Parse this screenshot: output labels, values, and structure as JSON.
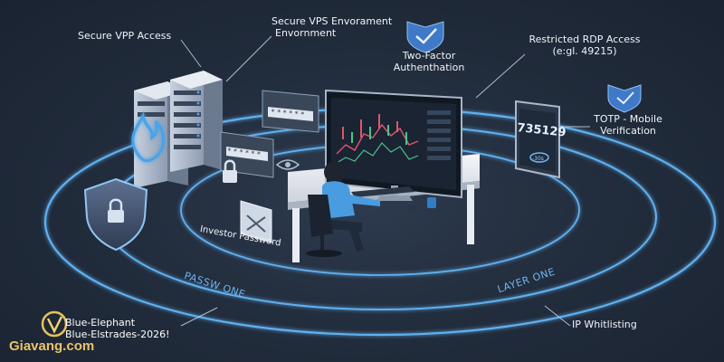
{
  "labels": {
    "secure_vpp": "Secure VPP Access",
    "secure_vps_line1": "Secure VPS Envorament",
    "secure_vps_line2": "Envornment",
    "two_factor_line1": "Two-Factor",
    "two_factor_line2": "Authenthation",
    "rdp_line1": "Restricted RDP Access",
    "rdp_line2": "(e:gl. 49215)",
    "totp_line1": "TOTP - Mobile",
    "totp_line2": "Verification",
    "investor_password": "Investor Password",
    "ip_whitelisting": "IP Whitlisting",
    "ring_left": "PASSW ONE",
    "ring_right": "LAYER ONE",
    "phone_code": "735129",
    "phone_timer": "-30s",
    "password_stars_1": "* * * * * *",
    "password_stars_2": "* * * * * *"
  },
  "brand": {
    "line1": "Blue-Elephant",
    "line2": "Blue-Elstrades-2026!",
    "watermark": "Giavang.com"
  },
  "colors": {
    "background": "#1d2838",
    "ring": "#5fb0f0",
    "accent": "#4aa3e8",
    "watermark": "#e9c46a"
  },
  "icons": [
    "shield-check-icon",
    "shield-lock-icon",
    "padlock-icon",
    "server-rack-icon",
    "fire-icon",
    "smartphone-icon",
    "monitor-icon",
    "eye-icon",
    "document-icon"
  ]
}
